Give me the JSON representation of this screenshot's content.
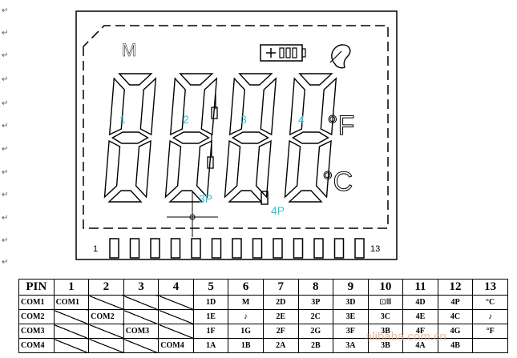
{
  "lcd": {
    "mode_label": "M",
    "digit_labels": [
      "1",
      "2",
      "3",
      "4"
    ],
    "point_labels": [
      "3P",
      "4P"
    ],
    "fahrenheit": "°F",
    "celsius": "°C",
    "pin_start": "1",
    "pin_end": "13"
  },
  "pin_table": {
    "header": [
      "PIN",
      "1",
      "2",
      "3",
      "4",
      "5",
      "6",
      "7",
      "8",
      "9",
      "10",
      "11",
      "12",
      "13"
    ],
    "rows": [
      {
        "com": "COM1",
        "cells": [
          "COM1",
          "",
          "",
          "",
          "1D",
          "M",
          "2D",
          "3P",
          "3D",
          "battery-icon",
          "4D",
          "4P",
          "°C"
        ]
      },
      {
        "com": "COM2",
        "cells": [
          "",
          "COM2",
          "",
          "",
          "1E",
          "sound-icon",
          "2E",
          "2C",
          "3E",
          "3C",
          "4E",
          "4C",
          "sound-icon"
        ]
      },
      {
        "com": "COM3",
        "cells": [
          "",
          "",
          "COM3",
          "",
          "1F",
          "1G",
          "2F",
          "2G",
          "3F",
          "3B",
          "4F",
          "4G",
          "°F"
        ]
      },
      {
        "com": "COM4",
        "cells": [
          "",
          "",
          "",
          "COM4",
          "1A",
          "1B",
          "2A",
          "2B",
          "3A",
          "3B",
          "4A",
          "4B",
          ""
        ]
      }
    ]
  },
  "watermark": "alibaba.com.cn",
  "colors": {
    "label": "#30c0d8",
    "line": "#000000",
    "watermark": "#e9a37a"
  }
}
